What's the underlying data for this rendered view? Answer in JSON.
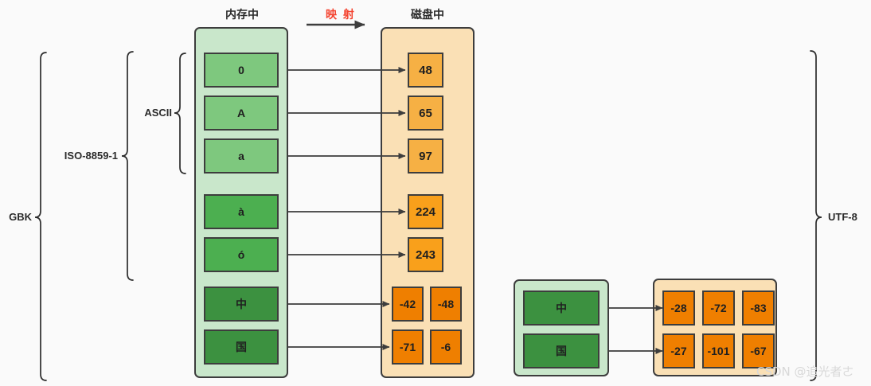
{
  "headers": {
    "memory": "内存中",
    "mapping": "映 射",
    "disk": "磁盘中"
  },
  "colors": {
    "mem_container": "#c9e7cb",
    "disk_container": "#fae0b5",
    "green_light": "#7ec87e",
    "green_mid": "#4caf50",
    "green_dark": "#3c9140",
    "orange_light": "#f6b044",
    "orange_mid": "#f9a01b",
    "orange_dark": "#ef7f00",
    "stroke": "#3d3d3d",
    "mapping_text": "#f4432f",
    "watermark": "#d8d8d8"
  },
  "braces": {
    "gbk": "GBK",
    "iso": "ISO-8859-1",
    "ascii": "ASCII",
    "utf8": "UTF-8"
  },
  "left_diagram": {
    "memory_chars": [
      {
        "char": "0",
        "shade": "green-light"
      },
      {
        "char": "A",
        "shade": "green-light"
      },
      {
        "char": "a",
        "shade": "green-light"
      },
      {
        "char": "à",
        "shade": "green-mid"
      },
      {
        "char": "ó",
        "shade": "green-mid"
      },
      {
        "char": "中",
        "shade": "green-dark"
      },
      {
        "char": "国",
        "shade": "green-dark"
      }
    ],
    "disk_bytes": [
      {
        "bytes": [
          "48"
        ],
        "shade": "orange-light"
      },
      {
        "bytes": [
          "65"
        ],
        "shade": "orange-light"
      },
      {
        "bytes": [
          "97"
        ],
        "shade": "orange-light"
      },
      {
        "bytes": [
          "224"
        ],
        "shade": "orange-mid"
      },
      {
        "bytes": [
          "243"
        ],
        "shade": "orange-mid"
      },
      {
        "bytes": [
          "-42",
          "-48"
        ],
        "shade": "orange-dark"
      },
      {
        "bytes": [
          "-71",
          "-6"
        ],
        "shade": "orange-dark"
      }
    ]
  },
  "right_diagram": {
    "memory_chars": [
      {
        "char": "中",
        "shade": "green-dark"
      },
      {
        "char": "国",
        "shade": "green-dark"
      }
    ],
    "disk_bytes": [
      {
        "bytes": [
          "-28",
          "-72",
          "-83"
        ],
        "shade": "orange-dark"
      },
      {
        "bytes": [
          "-27",
          "-101",
          "-67"
        ],
        "shade": "orange-dark"
      }
    ]
  },
  "watermark": "CSDN @追光者ㄜ"
}
